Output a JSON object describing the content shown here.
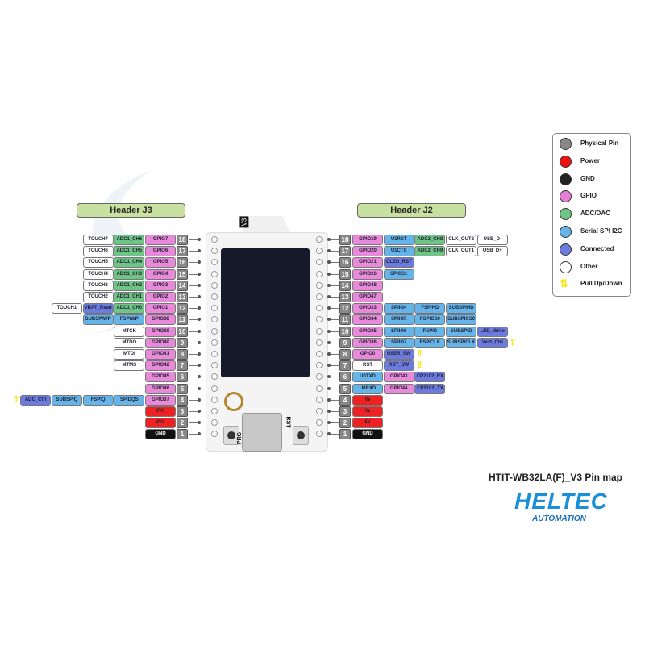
{
  "headers": {
    "left": "Header J3",
    "right": "Header J2"
  },
  "colors": {
    "pin": "#888888",
    "power": "#ee2222",
    "gnd": "#111111",
    "gpio": "#e88ad9",
    "adc": "#6fc585",
    "serial": "#66b5ea",
    "connected": "#6b7be0",
    "other": "#ffffff"
  },
  "left_rows": [
    {
      "pin": "18",
      "cells": [
        [
          "GPIO7",
          "gpio"
        ],
        [
          "ADC1_CH6",
          "adc"
        ],
        [
          "TOUCH7",
          "other"
        ]
      ]
    },
    {
      "pin": "17",
      "cells": [
        [
          "GPIO6",
          "gpio"
        ],
        [
          "ADC1_CH5",
          "adc"
        ],
        [
          "TOUCH6",
          "other"
        ]
      ]
    },
    {
      "pin": "16",
      "cells": [
        [
          "GPIO5",
          "gpio"
        ],
        [
          "ADC1_CH4",
          "adc"
        ],
        [
          "TOUCH5",
          "other"
        ]
      ]
    },
    {
      "pin": "15",
      "cells": [
        [
          "GPIO4",
          "gpio"
        ],
        [
          "ADC1_CH3",
          "adc"
        ],
        [
          "TOUCH4",
          "other"
        ]
      ]
    },
    {
      "pin": "14",
      "cells": [
        [
          "GPIO3",
          "gpio"
        ],
        [
          "ADC1_CH2",
          "adc"
        ],
        [
          "TOUCH3",
          "other"
        ]
      ]
    },
    {
      "pin": "13",
      "cells": [
        [
          "GPIO2",
          "gpio"
        ],
        [
          "ADC1_CH1",
          "adc"
        ],
        [
          "TOUCH2",
          "other"
        ]
      ]
    },
    {
      "pin": "12",
      "cells": [
        [
          "GPIO1",
          "gpio"
        ],
        [
          "ADC1_CH0",
          "adc"
        ],
        [
          "VBAT_Read",
          "connected"
        ],
        [
          "TOUCH1",
          "other"
        ]
      ]
    },
    {
      "pin": "11",
      "cells": [
        [
          "GPIO38",
          "gpio"
        ],
        [
          "FSPIWP",
          "serial"
        ],
        [
          "SUBSPIWP",
          "serial"
        ]
      ]
    },
    {
      "pin": "10",
      "cells": [
        [
          "GPIO39",
          "gpio"
        ],
        [
          "MTCK",
          "other"
        ]
      ]
    },
    {
      "pin": "9",
      "cells": [
        [
          "GPIO40",
          "gpio"
        ],
        [
          "MTDO",
          "other"
        ]
      ]
    },
    {
      "pin": "8",
      "cells": [
        [
          "GPIO41",
          "gpio"
        ],
        [
          "MTDI",
          "other"
        ]
      ]
    },
    {
      "pin": "7",
      "cells": [
        [
          "GPIO42",
          "gpio"
        ],
        [
          "MTMS",
          "other"
        ]
      ]
    },
    {
      "pin": "6",
      "cells": [
        [
          "GPIO45",
          "gpio"
        ]
      ]
    },
    {
      "pin": "5",
      "cells": [
        [
          "GPIO46",
          "gpio"
        ]
      ]
    },
    {
      "pin": "4",
      "cells": [
        [
          "GPIO37",
          "gpio"
        ],
        [
          "SPIDQS",
          "serial"
        ],
        [
          "FSPIQ",
          "serial"
        ],
        [
          "SUBSPIQ",
          "serial"
        ],
        [
          "ADC_Ctrl",
          "connected"
        ]
      ],
      "pull": true
    },
    {
      "pin": "3",
      "cells": [
        [
          "3V3",
          "power"
        ]
      ]
    },
    {
      "pin": "2",
      "cells": [
        [
          "3V3",
          "power"
        ]
      ]
    },
    {
      "pin": "1",
      "cells": [
        [
          "GND",
          "gnd"
        ]
      ]
    }
  ],
  "right_rows": [
    {
      "pin": "18",
      "cells": [
        [
          "GPIO19",
          "gpio"
        ],
        [
          "U1RST",
          "serial"
        ],
        [
          "ADC2_CH8",
          "adc"
        ],
        [
          "CLK_OUT2",
          "other"
        ],
        [
          "USB_D-",
          "other"
        ]
      ]
    },
    {
      "pin": "17",
      "cells": [
        [
          "GPIO20",
          "gpio"
        ],
        [
          "U1CTS",
          "serial"
        ],
        [
          "ADC2_CH9",
          "adc"
        ],
        [
          "CLK_OUT1",
          "other"
        ],
        [
          "USB_D+",
          "other"
        ]
      ]
    },
    {
      "pin": "16",
      "cells": [
        [
          "GPIO21",
          "gpio"
        ],
        [
          "OLED_RST",
          "connected"
        ]
      ]
    },
    {
      "pin": "15",
      "cells": [
        [
          "GPIO26",
          "gpio"
        ],
        [
          "SPICS1",
          "serial"
        ]
      ]
    },
    {
      "pin": "14",
      "cells": [
        [
          "GPIO48",
          "gpio"
        ]
      ]
    },
    {
      "pin": "13",
      "cells": [
        [
          "GPIO47",
          "gpio"
        ]
      ]
    },
    {
      "pin": "12",
      "cells": [
        [
          "GPIO33",
          "gpio"
        ],
        [
          "SPIIO4",
          "serial"
        ],
        [
          "FSPIHD",
          "serial"
        ],
        [
          "SUBSPIHD",
          "serial"
        ]
      ]
    },
    {
      "pin": "11",
      "cells": [
        [
          "GPIO34",
          "gpio"
        ],
        [
          "SPIIO5",
          "serial"
        ],
        [
          "FSPICS0",
          "serial"
        ],
        [
          "SUBSPICS0",
          "serial"
        ]
      ]
    },
    {
      "pin": "10",
      "cells": [
        [
          "GPIO35",
          "gpio"
        ],
        [
          "SPIIO6",
          "serial"
        ],
        [
          "FSPID",
          "serial"
        ],
        [
          "SUBSPID",
          "serial"
        ],
        [
          "LED_Write",
          "connected"
        ]
      ]
    },
    {
      "pin": "9",
      "cells": [
        [
          "GPIO36",
          "gpio"
        ],
        [
          "SPIIO7",
          "serial"
        ],
        [
          "FSPICLK",
          "serial"
        ],
        [
          "SUBSPICLK",
          "serial"
        ],
        [
          "Vext_Ctrl",
          "connected"
        ]
      ],
      "pull": true
    },
    {
      "pin": "8",
      "cells": [
        [
          "GPIO0",
          "gpio"
        ],
        [
          "USER_SW",
          "connected"
        ]
      ],
      "pull": true
    },
    {
      "pin": "7",
      "cells": [
        [
          "RST",
          "other"
        ],
        [
          "RST_SW",
          "connected"
        ]
      ],
      "pull": true
    },
    {
      "pin": "6",
      "cells": [
        [
          "U0TXD",
          "serial"
        ],
        [
          "GPIO43",
          "gpio"
        ],
        [
          "CP2102_RX",
          "connected"
        ]
      ]
    },
    {
      "pin": "5",
      "cells": [
        [
          "U0RXD",
          "serial"
        ],
        [
          "GPIO44",
          "gpio"
        ],
        [
          "CP2102_TX",
          "connected"
        ]
      ]
    },
    {
      "pin": "4",
      "cells": [
        [
          "Ve",
          "power"
        ]
      ]
    },
    {
      "pin": "3",
      "cells": [
        [
          "Ve",
          "power"
        ]
      ]
    },
    {
      "pin": "2",
      "cells": [
        [
          "5V",
          "power"
        ]
      ]
    },
    {
      "pin": "1",
      "cells": [
        [
          "GND",
          "gnd"
        ]
      ]
    }
  ],
  "board": {
    "version": "V3",
    "btn_left": "PRG",
    "btn_right": "RST"
  },
  "legend": [
    {
      "label": "Physical Pin",
      "color": "#888888"
    },
    {
      "label": "Power",
      "color": "#ee1111"
    },
    {
      "label": "GND",
      "color": "#222222"
    },
    {
      "label": "GPIO",
      "color": "#e37fd6"
    },
    {
      "label": "ADC/DAC",
      "color": "#6fc585"
    },
    {
      "label": "Serial SPI I2C",
      "color": "#66b5ea"
    },
    {
      "label": "Connected",
      "color": "#6b7be0"
    },
    {
      "label": "Other",
      "color": "#ffffff"
    },
    {
      "label": "Pull Up/Down",
      "color": "arrow"
    }
  ],
  "title": "HTIT-WB32LA(F)_V3 Pin map",
  "logo": {
    "main": "HELTEC",
    "sub": "AUTOMATION"
  }
}
